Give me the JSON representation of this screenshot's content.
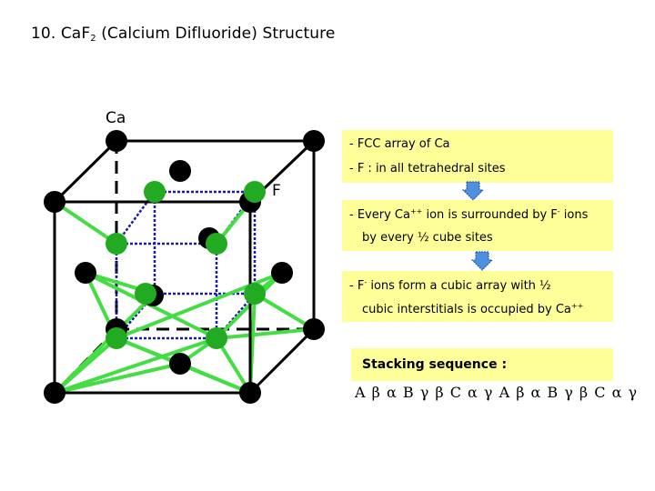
{
  "title": {
    "prefix": "10.  CaF",
    "subscript": "2",
    "suffix": " (Calcium Difluoride) Structure"
  },
  "labels": {
    "ca": "Ca",
    "f": "F"
  },
  "notes": {
    "line1": "-  FCC array of Ca",
    "line2": "-  F : in all tetrahedral sites",
    "line3_a": "-  Every Ca",
    "line3_sup1": "++",
    "line3_b": " ion is surrounded by F",
    "line3_sup2": "-",
    "line3_c": " ions",
    "line4": "by every ½ cube sites",
    "line5_a": "-  F",
    "line5_sup": "-",
    "line5_b": " ions form  a cubic array with ½",
    "line6_a": "cubic interstitials is occupied by Ca",
    "line6_sup": "++"
  },
  "stacking": {
    "title": "Stacking sequence :",
    "sequence": "A β α B γ β C  α γ A β α B γ β C α γ"
  },
  "colors": {
    "note_background": "#ffff99",
    "arrow_fill": "#4f8fe0",
    "ca_atom": "#000000",
    "f_atom": "#22aa22",
    "f_bond": "#44dd44",
    "f_cube_edge": "#1a1aaa"
  }
}
